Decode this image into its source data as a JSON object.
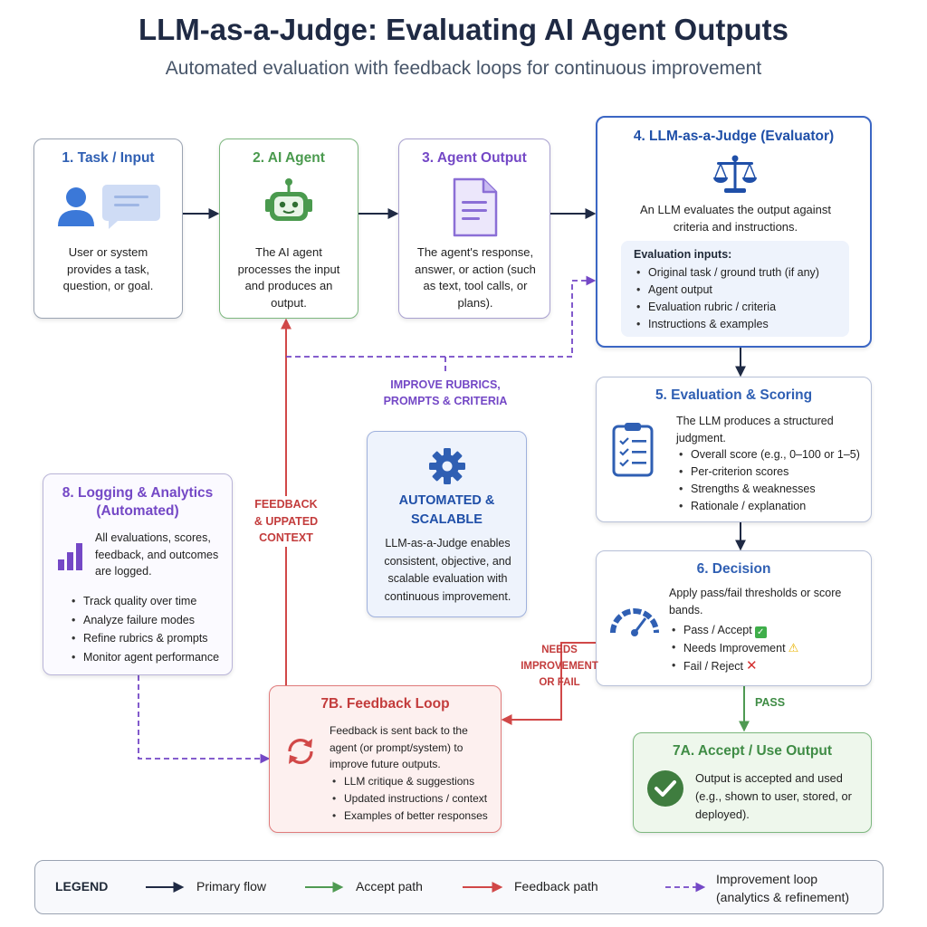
{
  "header": {
    "title": "LLM-as-a-Judge: Evaluating AI Agent Outputs",
    "subtitle": "Automated evaluation with feedback loops for continuous improvement"
  },
  "boxes": {
    "task": {
      "title": "1. Task / Input",
      "text": "User or system provides a task, question, or goal."
    },
    "agent": {
      "title": "2. AI Agent",
      "text": "The AI agent processes the input and produces an output."
    },
    "output": {
      "title": "3. Agent Output",
      "text": "The agent's response, answer, or action (such as text, tool calls, or plans)."
    },
    "judge": {
      "title": "4. LLM-as-a-Judge (Evaluator)",
      "text": "An LLM evaluates the output against criteria and instructions.",
      "inputs_title": "Evaluation inputs:",
      "inputs": [
        "Original task / ground truth (if any)",
        "Agent output",
        "Evaluation rubric / criteria",
        "Instructions & examples"
      ]
    },
    "scoring": {
      "title": "5. Evaluation & Scoring",
      "text": "The LLM produces a structured judgment.",
      "items": [
        "Overall score (e.g., 0–100 or 1–5)",
        "Per-criterion scores",
        "Strengths & weaknesses",
        "Rationale / explanation"
      ]
    },
    "decision": {
      "title": "6. Decision",
      "text": "Apply pass/fail thresholds or score bands.",
      "items": [
        "Pass / Accept",
        "Needs Improvement",
        "Fail / Reject"
      ]
    },
    "accept": {
      "title": "7A. Accept / Use Output",
      "text": "Output is accepted and used (e.g., shown to user, stored, or deployed)."
    },
    "feedback": {
      "title": "7B. Feedback Loop",
      "text": "Feedback is sent back to the agent (or prompt/system) to improve future outputs.",
      "items": [
        "LLM critique & suggestions",
        "Updated instructions / context",
        "Examples of better responses"
      ]
    },
    "logging": {
      "title_line1": "8. Logging & Analytics",
      "title_line2": "(Automated)",
      "text": "All evaluations, scores, feedback, and outcomes are logged.",
      "items": [
        "Track quality over time",
        "Analyze failure modes",
        "Refine rubrics & prompts",
        "Monitor agent performance"
      ]
    },
    "center": {
      "title_line1": "AUTOMATED &",
      "title_line2": "SCALABLE",
      "text": "LLM-as-a-Judge enables consistent, objective, and scalable evaluation with continuous improvement."
    }
  },
  "labels": {
    "improve_line1": "IMPROVE RUBRICS,",
    "improve_line2": "PROMPTS & CRITERIA",
    "feedback_line1": "FEEDBACK",
    "feedback_line2": "& UPPATED",
    "feedback_line3": "CONTEXT",
    "needs_line1": "NEEDS",
    "needs_line2": "IMPROVEMENT",
    "needs_line3": "OR FAIL",
    "pass": "PASS"
  },
  "legend": {
    "title": "LEGEND",
    "primary": "Primary flow",
    "accept": "Accept path",
    "feedback": "Feedback path",
    "improve_line1": "Improvement loop",
    "improve_line2": "(analytics & refinement)"
  },
  "colors": {
    "primary": "#1f2a44",
    "accept": "#4f9a52",
    "feedback": "#d14848",
    "improve": "#7448c6"
  }
}
